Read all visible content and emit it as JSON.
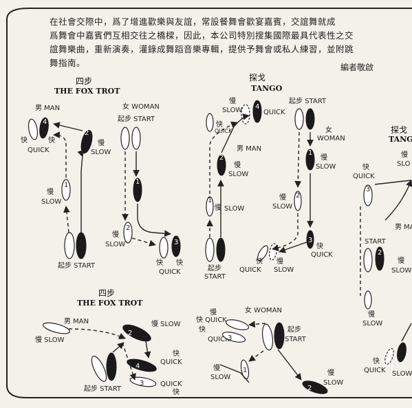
{
  "intro": {
    "lines": [
      "在社會交際中，爲了增進歡樂與友誼，常設餐舞會歡宴嘉賓，交誼舞就成",
      "爲舞會中嘉賓們互相交往之橋樑，因此，本公司特別搜集國際最具代表性之交",
      "誼舞樂曲，重新演奏，灌錄成舞蹈音樂專輯，提供予舞會或私人練習，並附跳",
      "舞指南。"
    ],
    "editor": "編者敬啟"
  },
  "labels": {
    "foxtrot_zh": "四步",
    "foxtrot_en": "THE FOX TROT",
    "tango_zh": "探戈",
    "tango_en": "TANGO",
    "tango_zh_cut": "探戈",
    "tango_en_cut": "TANG",
    "man": "男 MAN",
    "man_cut": "男 MA",
    "woman": "女 WOMAN",
    "woman_zh": "女",
    "woman_en": "WOMAN",
    "start": "起步 START",
    "start_zh": "起步",
    "start_en": "START",
    "quick": "QUICK",
    "slow": "SLOW",
    "quick_zh": "快",
    "slow_zh": "慢",
    "slow_pair": "慢 SLOW",
    "quick_pair": "快 QUICK",
    "slo_cut": "SLO"
  },
  "step_numbers": [
    "1",
    "2",
    "3",
    "4"
  ]
}
